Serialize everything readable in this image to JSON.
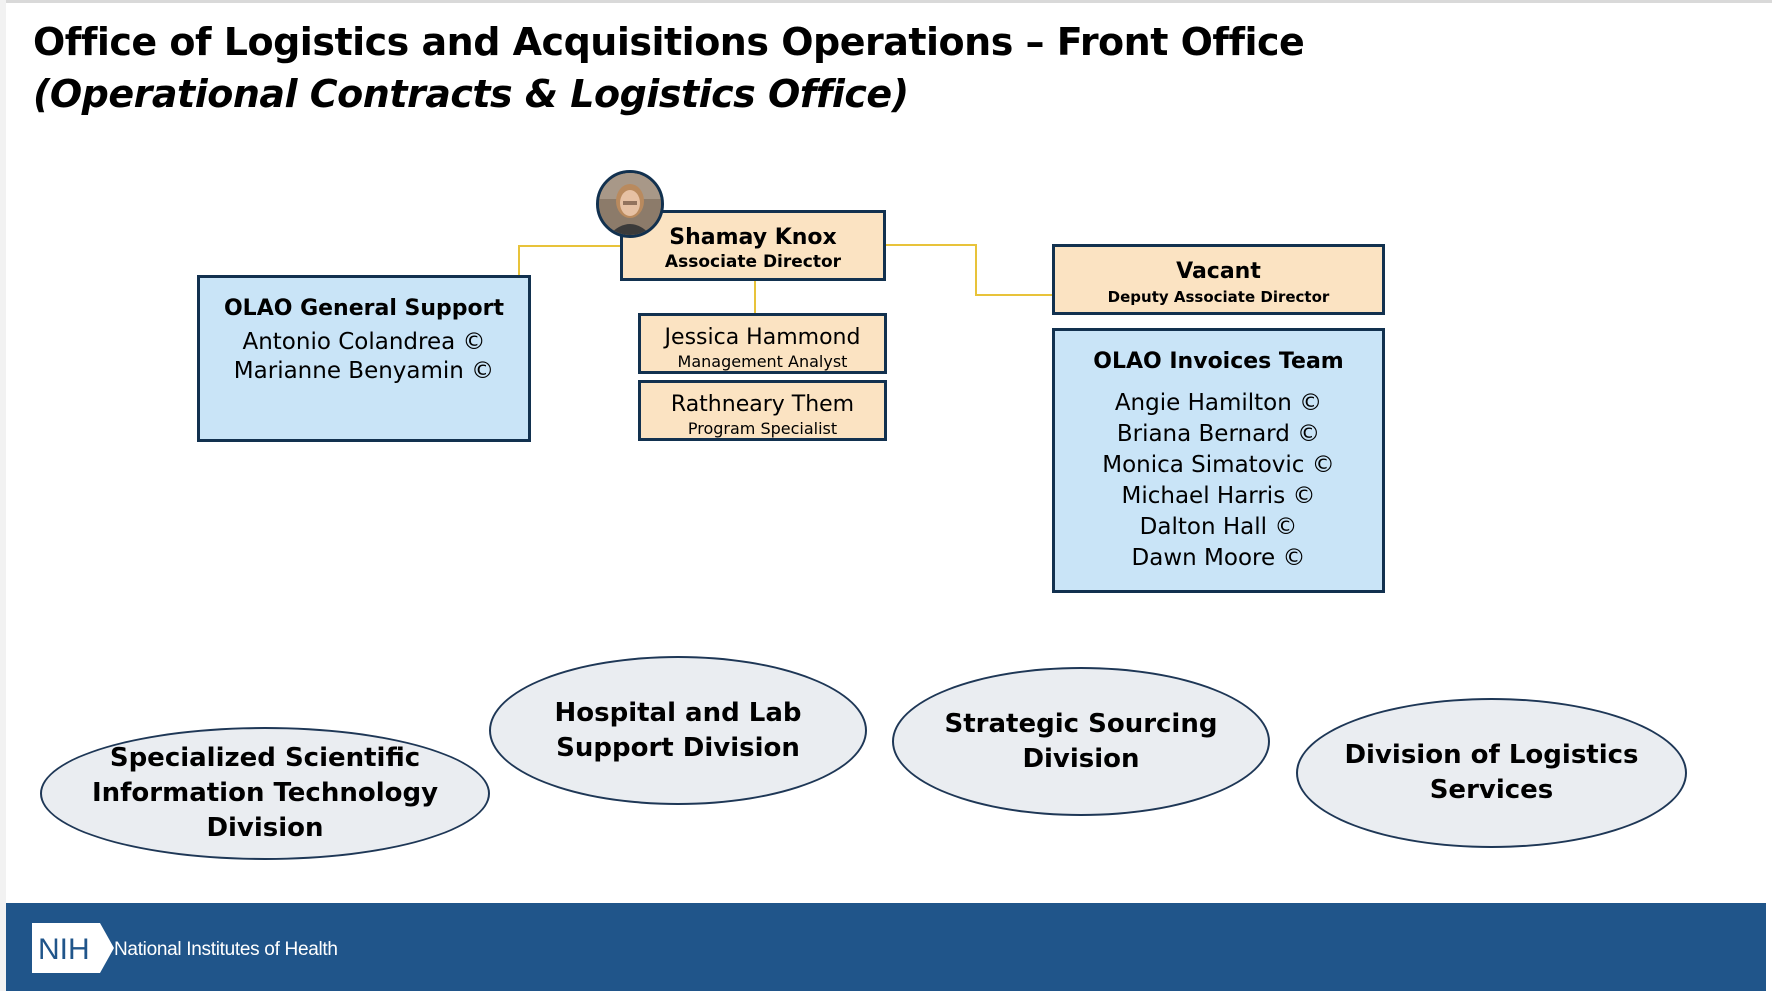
{
  "header": {
    "title": "Office of Logistics and Acquisitions Operations – Front Office",
    "subtitle": "(Operational Contracts & Logistics Office)"
  },
  "director": {
    "name": "Shamay Knox",
    "role": "Associate Director"
  },
  "deputy": {
    "name": "Vacant",
    "role": "Deputy Associate Director"
  },
  "general_support": {
    "title": "OLAO General Support",
    "members": [
      "Antonio Colandrea ©",
      "Marianne Benyamin ©"
    ]
  },
  "staff": [
    {
      "name": "Jessica Hammond",
      "role": "Management Analyst"
    },
    {
      "name": "Rathneary Them",
      "role": "Program Specialist"
    }
  ],
  "invoices_team": {
    "title": "OLAO Invoices Team",
    "members": [
      "Angie Hamilton ©",
      "Briana Bernard ©",
      "Monica Simatovic ©",
      "Michael Harris ©",
      "Dalton Hall ©",
      "Dawn Moore ©"
    ]
  },
  "divisions": [
    {
      "lines": [
        "Specialized Scientific",
        "Information Technology",
        "Division"
      ]
    },
    {
      "lines": [
        "Hospital and Lab",
        "Support Division"
      ]
    },
    {
      "lines": [
        "Strategic Sourcing",
        "Division"
      ]
    },
    {
      "lines": [
        "Division of Logistics",
        "Services"
      ]
    }
  ],
  "footer": {
    "logo_text": "NIH",
    "org_name": "National Institutes of Health"
  },
  "colors": {
    "peach_box": "#fbe3c2",
    "blue_box": "#c9e4f7",
    "border": "#12314f",
    "connector": "#e8c33a",
    "footer_bg": "#20558a",
    "ellipse_fill": "#eaedf1"
  }
}
